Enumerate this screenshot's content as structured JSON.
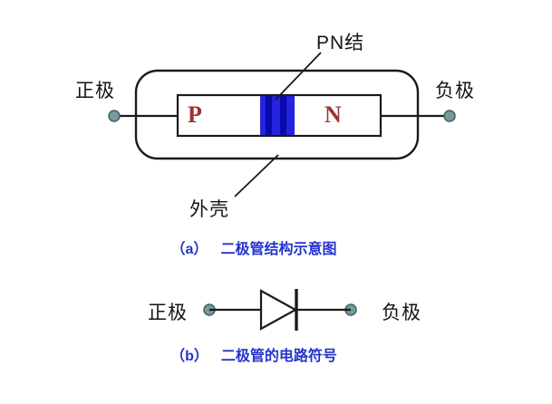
{
  "colors": {
    "line": "#1a1a1a",
    "pn_letter": "#9e3232",
    "junction_base": "#2323e0",
    "junction_stripe": "#0a0aaa",
    "caption": "#2433cc",
    "dot_fill": "#76999b",
    "dot_stroke": "#41625f"
  },
  "diagram_a": {
    "pn_junction_label": "PN结",
    "anode_label": "正极",
    "cathode_label": "负极",
    "p_region": "P",
    "n_region": "N",
    "shell_label": "外壳",
    "caption_index": "（a）",
    "caption_text": "二极管结构示意图"
  },
  "diagram_b": {
    "anode_label": "正极",
    "cathode_label": "负极",
    "caption_index": "（b）",
    "caption_text": "二极管的电路符号"
  }
}
